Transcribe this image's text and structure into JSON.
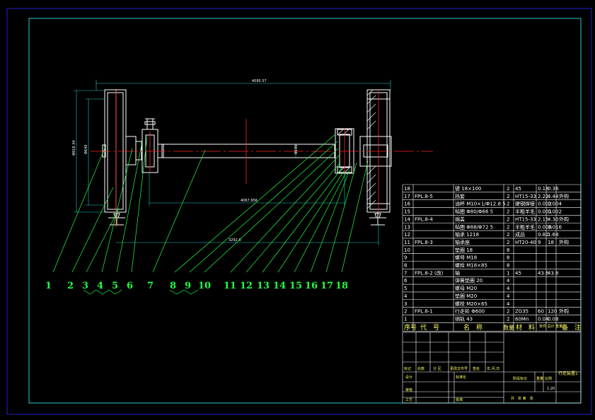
{
  "colors": {
    "background": "#000000",
    "outer_frame": "#2222cc",
    "inner_frame": "#22cccc",
    "geometry": "#ffffff",
    "leader": "#22ff44",
    "centerline": "#ff2222",
    "dimension": "#22cccc",
    "callout_text": "#22ff44",
    "header_text": "#ffff66"
  },
  "dimensions": {
    "overall_length": "4095.57",
    "inner_length": "4067.956",
    "base_length": "3292.6",
    "wheel_dia_a": "Φ918.34",
    "wheel_dia_b": "Φ640",
    "shaft_dia": "Φ190"
  },
  "callouts": [
    "1",
    "2",
    "3",
    "4",
    "5",
    "6",
    "7",
    "8",
    "9",
    "10",
    "11",
    "12",
    "13",
    "14",
    "15",
    "16",
    "17",
    "18"
  ],
  "bom_rows": [
    {
      "no": "18",
      "code": "",
      "name": "键 18×100",
      "qty": "2",
      "material": "45",
      "w1": "0.18",
      "w2": "0.36",
      "note": ""
    },
    {
      "no": "17",
      "code": "FPL.8-5",
      "name": "挡套",
      "qty": "2",
      "material": "HT15-33",
      "w1": "2.22",
      "w2": "4.44",
      "note": "外购"
    },
    {
      "no": "16",
      "code": "",
      "name": "油杯 M10×1/Φ12.8 5",
      "qty": "2",
      "material": "硬钢焊接",
      "w1": "0.002",
      "w2": "0.004",
      "note": ""
    },
    {
      "no": "15",
      "code": "",
      "name": "毡圈 Φ80/Φ66 5",
      "qty": "2",
      "material": "半粗羊毛",
      "w1": "0.001",
      "w2": "0.002",
      "note": ""
    },
    {
      "no": "14",
      "code": "FPL.8-4",
      "name": "端盖",
      "qty": "2",
      "material": "HT15-33",
      "w1": "2.15",
      "w2": "4.30",
      "note": "外购"
    },
    {
      "no": "13",
      "code": "",
      "name": "毡圈 Φ88/Φ72 5",
      "qty": "2",
      "material": "半粗羊毛",
      "w1": "0.008",
      "w2": "0.016",
      "note": ""
    },
    {
      "no": "12",
      "code": "",
      "name": "轴承 1218",
      "qty": "2",
      "material": "成品",
      "w1": "0.82",
      "w2": "1.64",
      "note": ""
    },
    {
      "no": "11",
      "code": "FPL.8-3",
      "name": "轴承座",
      "qty": "2",
      "material": "HT20-40",
      "w1": "9",
      "w2": "18",
      "note": "外购"
    },
    {
      "no": "10",
      "code": "",
      "name": "垫圈 18",
      "qty": "8",
      "material": "",
      "w1": "",
      "w2": "",
      "note": ""
    },
    {
      "no": "9",
      "code": "",
      "name": "螺母 M18",
      "qty": "8",
      "material": "",
      "w1": "",
      "w2": "",
      "note": ""
    },
    {
      "no": "8",
      "code": "",
      "name": "螺栓 M18×85",
      "qty": "8",
      "material": "",
      "w1": "",
      "w2": "",
      "note": ""
    },
    {
      "no": "7",
      "code": "FPL.8-2 (改)",
      "name": "轴",
      "qty": "1",
      "material": "45",
      "w1": "43.6",
      "w2": "43.6",
      "note": ""
    },
    {
      "no": "6",
      "code": "",
      "name": "弹簧垫圈 20",
      "qty": "4",
      "material": "",
      "w1": "",
      "w2": "",
      "note": ""
    },
    {
      "no": "5",
      "code": "",
      "name": "螺母 M20",
      "qty": "4",
      "material": "",
      "w1": "",
      "w2": "",
      "note": ""
    },
    {
      "no": "4",
      "code": "",
      "name": "垫圈 M20",
      "qty": "4",
      "material": "",
      "w1": "",
      "w2": "",
      "note": ""
    },
    {
      "no": "3",
      "code": "",
      "name": "螺栓 M20×65",
      "qty": "4",
      "material": "",
      "w1": "",
      "w2": "",
      "note": ""
    },
    {
      "no": "2",
      "code": "FPL.8-1",
      "name": "行走轮 Φ600",
      "qty": "2",
      "material": "ZG35",
      "w1": "60",
      "w2": "120",
      "note": "外购"
    },
    {
      "no": "1",
      "code": "",
      "name": "钢轨 43",
      "qty": "2",
      "material": "60Mn",
      "w1": "0.04",
      "w2": "0.08",
      "note": ""
    }
  ],
  "bom_header": {
    "no": "序号",
    "code": "代　号",
    "name": "名　称",
    "qty": "数量",
    "material": "材　料",
    "weight": "单件 总计 重量",
    "note": "备　注"
  },
  "title_block": {
    "drawing_name": "行走装置1",
    "stage_label": "阶段标记",
    "weight_label": "重量",
    "scale_label": "比例",
    "scale_value": "1:20",
    "sheets": "共　张 第　张",
    "designer": "设计",
    "std": "标准化",
    "reviewer": "审核",
    "process": "工艺",
    "approve": "批准",
    "mark": "标记",
    "count": "处数",
    "zone": "分 区",
    "change_no": "更改文件号",
    "sign": "签名",
    "date": "年,月,日"
  }
}
